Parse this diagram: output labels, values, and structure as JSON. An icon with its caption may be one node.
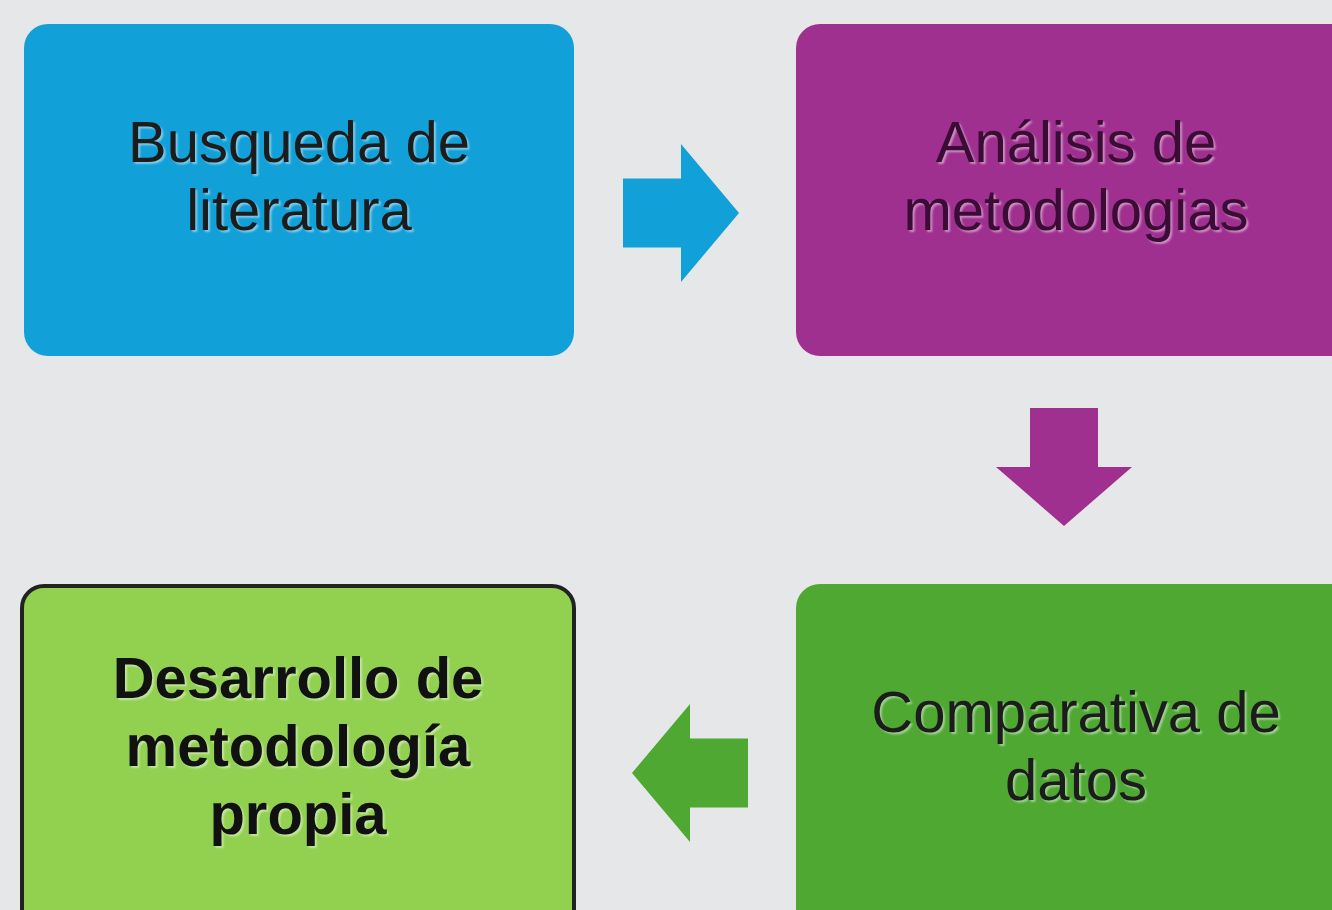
{
  "diagram": {
    "nodes": [
      {
        "text": [
          "Busqueda de literatura"
        ]
      },
      {
        "text": [
          "Análisis de metodologias"
        ]
      },
      {
        "text": [
          "Comparativa de datos"
        ]
      },
      {
        "text": [
          "Desarrollo de metodología propia"
        ]
      }
    ],
    "edges": [
      {
        "from": 0,
        "to": 1,
        "arrow": "to",
        "color": "#12a0d8"
      },
      {
        "from": 1,
        "to": 2,
        "arrow": "to",
        "color": "#a0308f"
      },
      {
        "from": 2,
        "to": 3,
        "arrow": "to",
        "color": "#4ea832"
      }
    ]
  }
}
